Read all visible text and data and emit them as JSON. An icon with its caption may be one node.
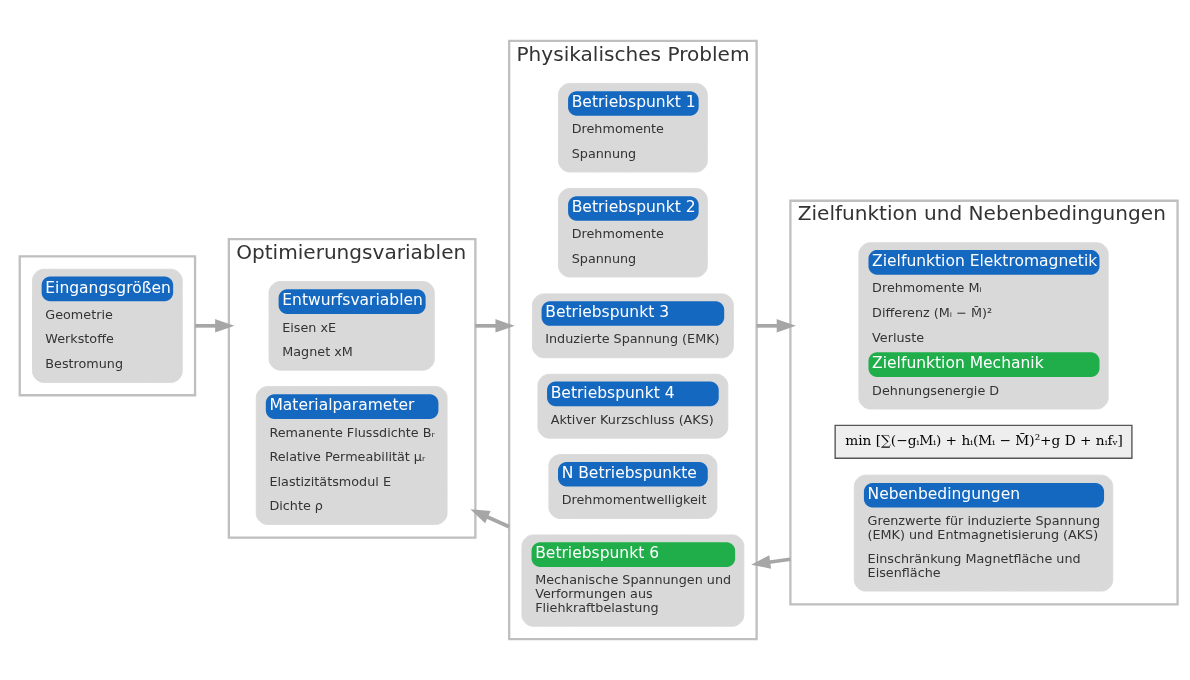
{
  "diagram": {
    "nodes": [
      {
        "text": [],
        "shape": "box"
      },
      {
        "text": [
          "Eingangsgrößen",
          "Geometrie",
          "Werkstoffe",
          "Bestromung"
        ],
        "in": 0
      },
      {
        "text": [
          "Optimierungsvariablen"
        ]
      },
      {
        "text": [
          "Entwurfsvariablen",
          "Eisen xE",
          "Magnet xM"
        ],
        "in": 2
      },
      {
        "text": [
          "Materialparameter",
          "Remanente Flussdichte Bᵣ",
          "Relative Permeabilität μᵣ",
          "Elastizitätsmodul E",
          "Dichte ρ"
        ],
        "in": 2
      },
      {
        "text": [
          "Physikalisches Problem"
        ]
      },
      {
        "text": [
          "Betriebspunkt 1",
          "Drehmomente",
          "Spannung"
        ],
        "in": 5
      },
      {
        "text": [
          "Betriebspunkt 2",
          "Drehmomente",
          "Spannung"
        ],
        "in": 5
      },
      {
        "text": [
          "Betriebspunkt 3",
          "Induzierte Spannung (EMK)"
        ],
        "in": 5
      },
      {
        "text": [
          "Betriebspunkt 4",
          "Aktiver Kurzschluss (AKS)"
        ],
        "in": 5
      },
      {
        "text": [
          "N Betriebspunkte",
          "Drehmomentwelligkeit"
        ],
        "in": 5
      },
      {
        "text": [
          "Betriebspunkt 6",
          "Mechanische Spannungen und Verformungen aus Fliehkraftbelastung"
        ],
        "in": 5
      },
      {
        "text": [
          "Zielfunktion und Nebenbedingungen"
        ]
      },
      {
        "text": [
          "Zielfunktion Elektromagnetik",
          "Drehmomente Mᵢ",
          "Differenz (Mᵢ − M̄)²",
          "Verluste",
          "Zielfunktion Mechanik",
          "Dehnungsenergie D"
        ],
        "in": 12
      },
      {
        "text": [
          "min [∑(−gᵢMᵢ) + hᵢ(Mᵢ − M̄)²+g D + nᵢfᵥ]"
        ],
        "in": 12
      },
      {
        "text": [
          "Nebenbedingungen",
          "Grenzwerte für induzierte Spannung (EMK) und Entmagnetisierung (AKS)",
          "Einschränkung Magnetfläche und Eisenfläche"
        ],
        "in": 12
      }
    ],
    "edges": [
      {
        "from": 0,
        "to": 2,
        "arrow": "to"
      },
      {
        "from": 2,
        "to": 5,
        "arrow": "to"
      },
      {
        "from": 5,
        "to": 12,
        "arrow": "to"
      },
      {
        "from": 12,
        "to": 5,
        "arrow": "to"
      },
      {
        "from": 5,
        "to": 2,
        "arrow": "to"
      }
    ]
  }
}
